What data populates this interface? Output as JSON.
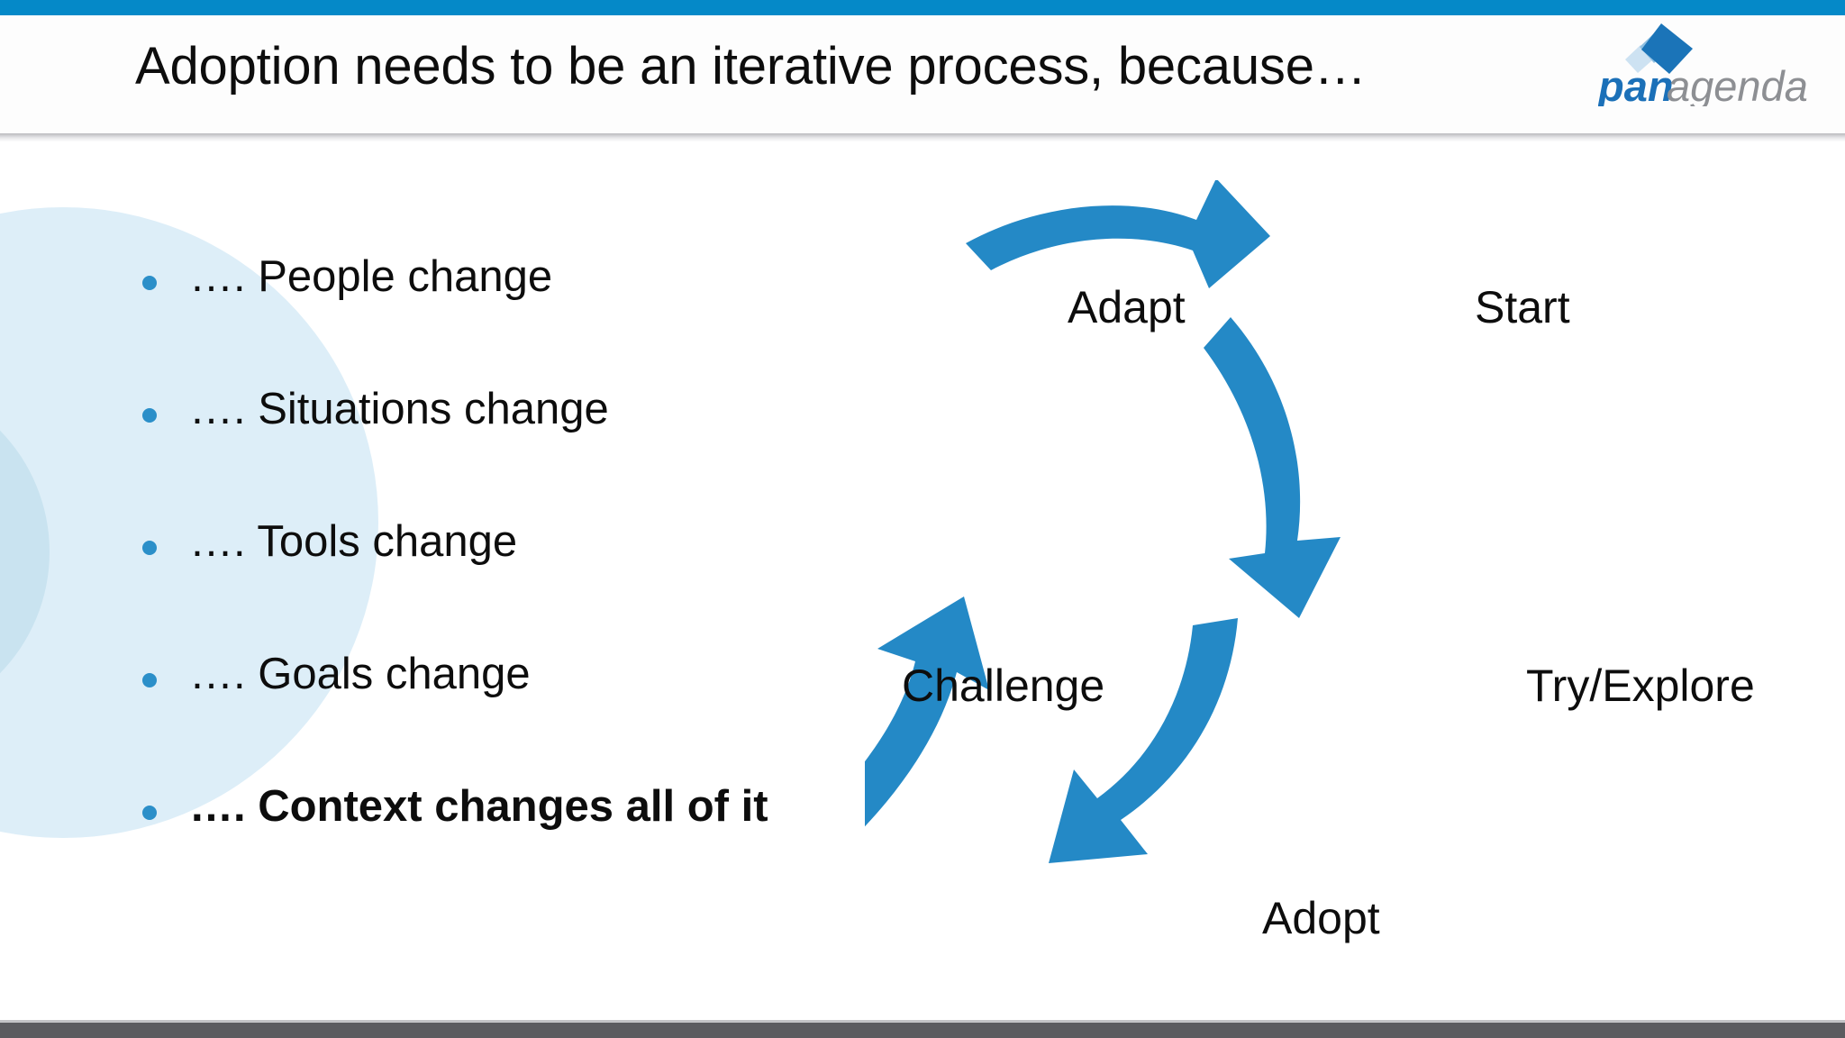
{
  "slide": {
    "title": "Adoption needs to be an iterative process, because…",
    "brand_blue": "#0589c8",
    "arrow_blue": "#2489c6",
    "bullet_blue": "#2b8fc9",
    "circle_outer_color": "#ddeef8",
    "circle_inner_color": "#c9e3f0",
    "footer_color": "#5b5b5f"
  },
  "logo": {
    "name": "panagenda",
    "part_bold": "pan",
    "part_light": "agenda",
    "bold_color": "#1b70b8",
    "light_color": "#8d8f93",
    "mark_dark": "#1b74b8",
    "mark_mid": "#8fc0e2",
    "mark_light": "#cde2f2"
  },
  "bullets": [
    {
      "text": "…. People change",
      "bold": false
    },
    {
      "text": "…. Situations change",
      "bold": false
    },
    {
      "text": "…. Tools change",
      "bold": false
    },
    {
      "text": "…. Goals change",
      "bold": false
    },
    {
      "text": "…. Context changes all of it",
      "bold": true
    }
  ],
  "cycle": {
    "steps": [
      {
        "label": "Start"
      },
      {
        "label": "Try/Explore"
      },
      {
        "label": "Adopt"
      },
      {
        "label": "Challenge"
      },
      {
        "label": "Adapt"
      }
    ],
    "arrows": [
      {
        "name": "arrow-adapt-to-start",
        "direction": "right"
      },
      {
        "name": "arrow-start-to-try",
        "direction": "down"
      },
      {
        "name": "arrow-try-to-adopt",
        "direction": "down-left"
      },
      {
        "name": "arrow-adopt-to-challenge",
        "direction": "up-left"
      },
      {
        "name": "arrow-challenge-to-adapt",
        "direction": "up-right"
      }
    ]
  }
}
